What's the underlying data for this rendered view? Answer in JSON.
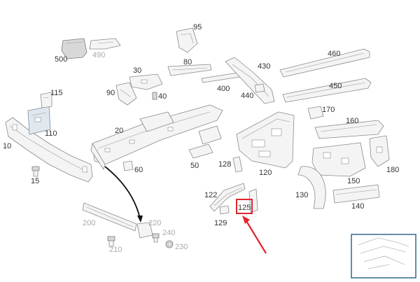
{
  "labels": {
    "p10": "10",
    "p15": "15",
    "p20": "20",
    "p30": "30",
    "p40": "40",
    "p50": "50",
    "p60": "60",
    "p80": "80",
    "p90": "90",
    "p95": "95",
    "p110": "110",
    "p115": "115",
    "p120": "120",
    "p122": "122",
    "p125": "125",
    "p128": "128",
    "p129": "129",
    "p130": "130",
    "p140": "140",
    "p150": "150",
    "p160": "160",
    "p170": "170",
    "p180": "180",
    "p200": "200",
    "p210": "210",
    "p220": "220",
    "p230": "230",
    "p240": "240",
    "p400": "400",
    "p430": "430",
    "p440": "440",
    "p450": "450",
    "p460": "460",
    "p490": "490",
    "p500": "500"
  },
  "highlight": {
    "part": "125",
    "color": "#e3252d"
  },
  "colors": {
    "label": "#333333",
    "label_greyed": "#a8a8a8",
    "thumbnail_frame": "#2f6a8c"
  }
}
